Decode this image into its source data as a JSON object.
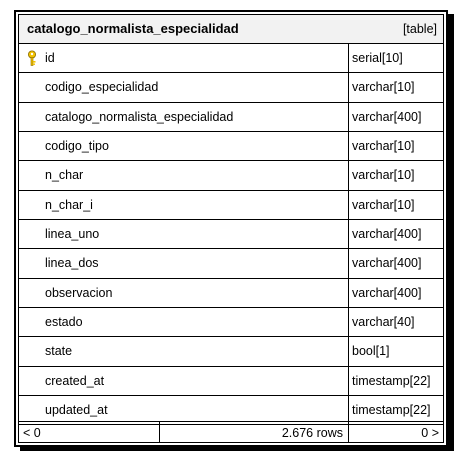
{
  "table": {
    "name": "catalogo_normalista_especialidad",
    "kind": "[table]",
    "columns": [
      {
        "name": "id",
        "type": "serial[10]",
        "primary_key": true
      },
      {
        "name": "codigo_especialidad",
        "type": "varchar[10]"
      },
      {
        "name": "catalogo_normalista_especialidad",
        "type": "varchar[400]"
      },
      {
        "name": "codigo_tipo",
        "type": "varchar[10]"
      },
      {
        "name": "n_char",
        "type": "varchar[10]"
      },
      {
        "name": "n_char_i",
        "type": "varchar[10]"
      },
      {
        "name": "linea_uno",
        "type": "varchar[400]"
      },
      {
        "name": "linea_dos",
        "type": "varchar[400]"
      },
      {
        "name": "observacion",
        "type": "varchar[400]"
      },
      {
        "name": "estado",
        "type": "varchar[40]"
      },
      {
        "name": "state",
        "type": "bool[1]"
      },
      {
        "name": "created_at",
        "type": "timestamp[22]"
      },
      {
        "name": "updated_at",
        "type": "timestamp[22]"
      }
    ],
    "footer": {
      "prev": "< 0",
      "rows": "2.676 rows",
      "next": "0 >"
    }
  },
  "colors": {
    "key_icon": "#f2c200",
    "header_bg": "#f2f2f2"
  }
}
